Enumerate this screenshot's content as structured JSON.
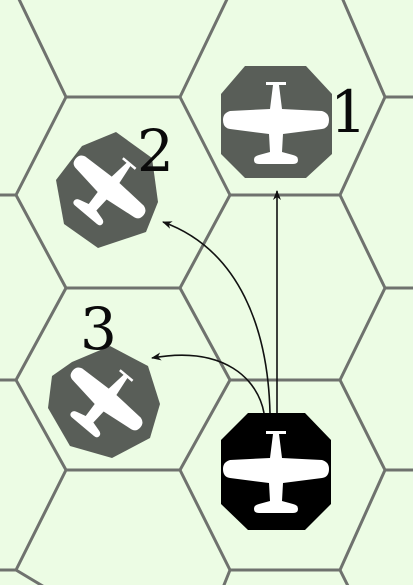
{
  "board": {
    "colors": {
      "background": "#ecfce4",
      "hex_lines": "#6f726e",
      "enemy_counter": "#595e58",
      "player_counter": "#000000",
      "plane_silhouette": "#ffffff",
      "arrows": "#111111",
      "labels": "#0a0a0a"
    },
    "counters": {
      "target_1": {
        "label": "1",
        "icon": "fighter-plane-icon",
        "heading": "north"
      },
      "target_2": {
        "label": "2",
        "icon": "fighter-plane-icon",
        "heading": "northeast"
      },
      "target_3": {
        "label": "3",
        "icon": "fighter-plane-icon",
        "heading": "northeast"
      },
      "player": {
        "icon": "fighter-plane-icon",
        "heading": "north"
      }
    },
    "moves": [
      {
        "from": "player",
        "to": "target_1"
      },
      {
        "from": "player",
        "to": "target_2"
      },
      {
        "from": "player",
        "to": "target_3"
      }
    ]
  }
}
